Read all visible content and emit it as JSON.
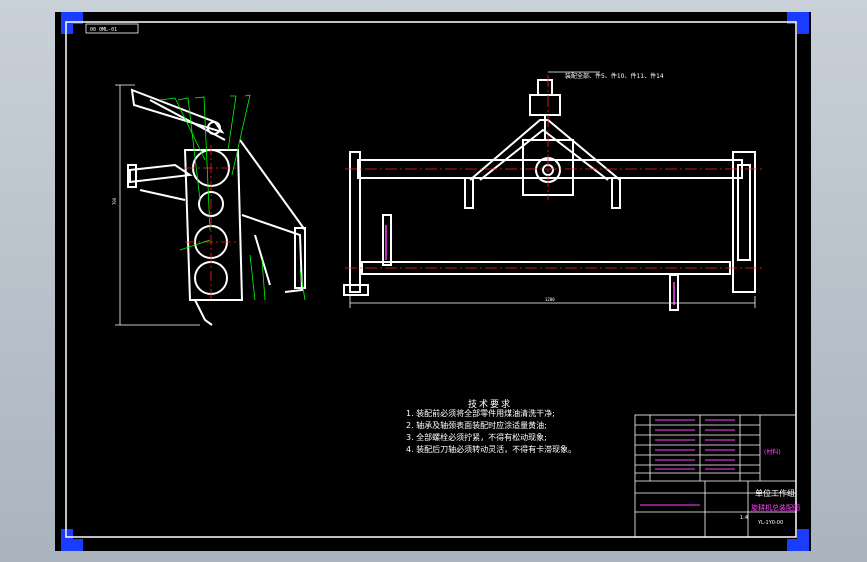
{
  "drawing": {
    "frame_label": "00  0ML-01",
    "top_annotation": "装配全部、件5、件10、件11、件14",
    "notes_title": "技术要求",
    "notes": [
      "1. 装配前必须将全部零件用煤油清洗干净;",
      "2. 轴承及轴颈表面装配时应涂适量黄油;",
      "3. 全部螺栓必须拧紧，不得有松动现象;",
      "4. 装配后刀轴必须转动灵活，不得有卡滞现象。"
    ],
    "dimension_width": "1200",
    "dimension_height": "700"
  },
  "title_block": {
    "company": "单位工作组",
    "drawing_name": "旋耕机总装配图",
    "drawing_number": "YL-1Y0-00",
    "scale": "1:4",
    "material_note": "(材料)"
  },
  "colors": {
    "line": "#ffffff",
    "center": "#ff2020",
    "leader": "#00ff00",
    "accent": "#ff40ff",
    "frame": "#1a3cff"
  }
}
